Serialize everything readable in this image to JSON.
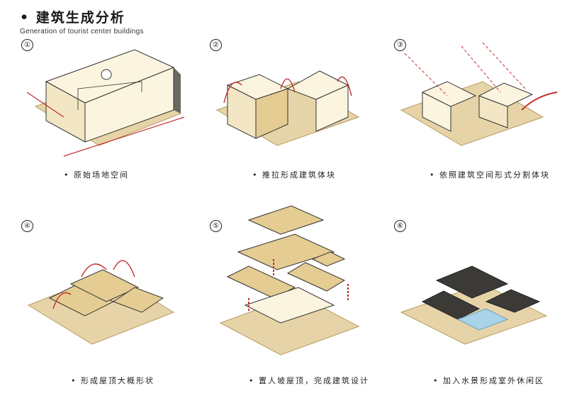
{
  "title": {
    "zh": "• 建筑生成分析",
    "en": "Generation of tourist center buildings"
  },
  "panels": [
    {
      "num": "①",
      "caption": "• 原始场地空间"
    },
    {
      "num": "②",
      "caption": "• 推拉形成建筑体块"
    },
    {
      "num": "③",
      "caption": "• 依照建筑空间形式分割体块"
    },
    {
      "num": "④",
      "caption": "• 形成屋顶大概形状"
    },
    {
      "num": "⑤",
      "caption": "• 置人坡屋顶，完成建筑设计"
    },
    {
      "num": "⑥",
      "caption": "• 加入水景形成室外休闲区"
    }
  ],
  "colors": {
    "ground": "#e6d4a8",
    "ground_line": "#c9b07a",
    "roof": "#e4cc92",
    "wall": "#fbf4df",
    "arrow": "#c0302a",
    "dark_roof": "#3c3a36",
    "water": "#a9d3e8"
  }
}
